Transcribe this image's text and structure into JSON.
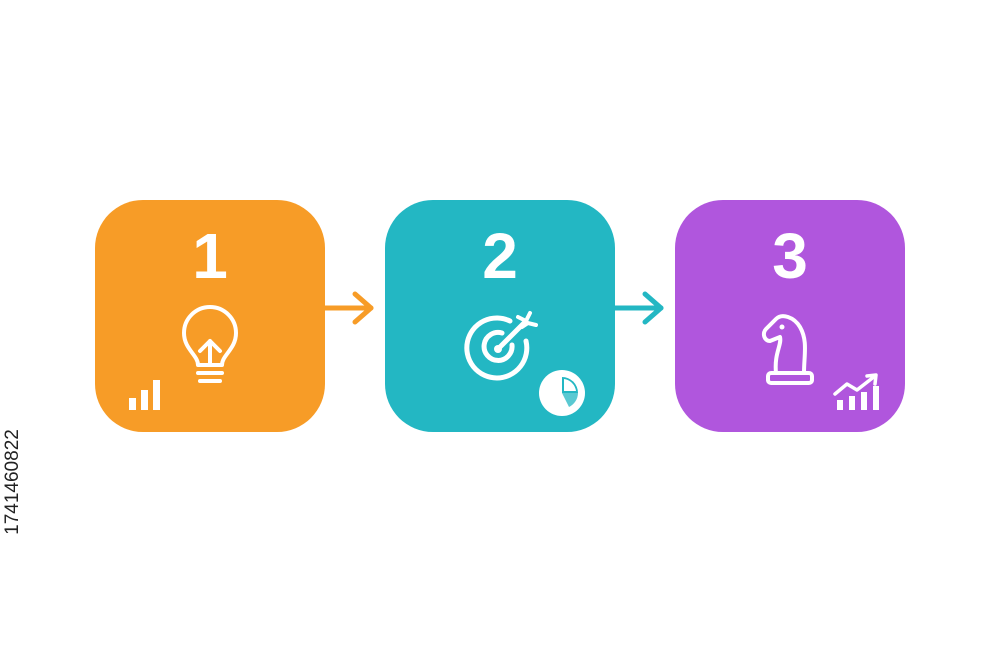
{
  "steps": [
    {
      "number": "1",
      "color": "#F79C27",
      "icon": "lightbulb-icon",
      "badge_icon": "bar-chart-icon"
    },
    {
      "number": "2",
      "color": "#23B7C3",
      "icon": "target-arrow-icon",
      "badge_icon": "pie-chart-icon"
    },
    {
      "number": "3",
      "color": "#B056DD",
      "icon": "chess-knight-icon",
      "badge_icon": "growth-chart-icon"
    }
  ],
  "arrows": [
    {
      "color": "#F79C27"
    },
    {
      "color": "#23B7C3"
    }
  ],
  "stock_id": "1741460822"
}
